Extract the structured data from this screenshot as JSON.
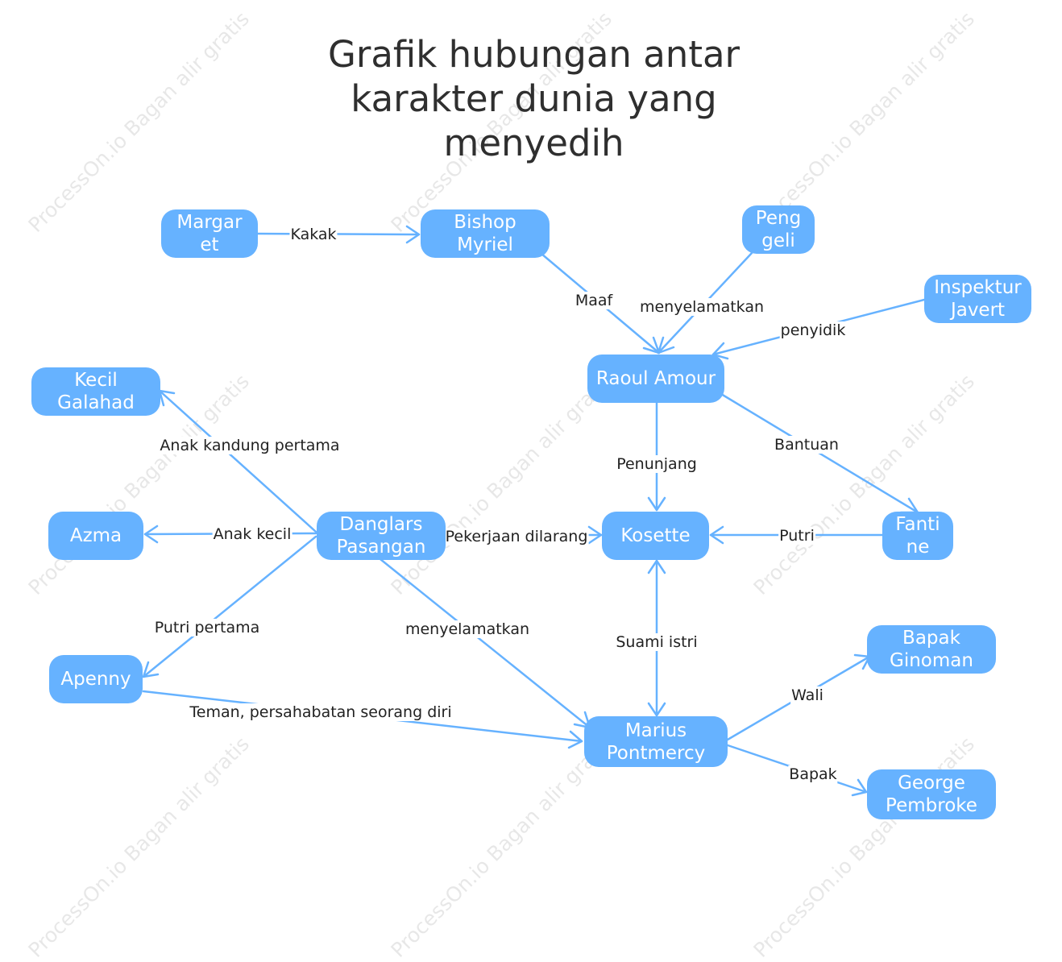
{
  "title": {
    "lines": [
      "Grafik hubungan antar",
      "karakter dunia yang",
      "menyedih"
    ]
  },
  "watermark": "ProcessOn.io Bagan alir gratis",
  "colors": {
    "node_fill": "#66b2ff",
    "node_text": "#ffffff",
    "edge": "#66b2ff",
    "title_text": "#2f2f2f",
    "label_text": "#222222"
  },
  "nodes": {
    "margaret": {
      "lines": [
        "Margar",
        "et"
      ]
    },
    "bishop": {
      "lines": [
        "Bishop",
        "Myriel"
      ]
    },
    "pengeli": {
      "lines": [
        "Peng",
        "geli"
      ]
    },
    "javert": {
      "lines": [
        "Inspektur",
        "Javert"
      ]
    },
    "raoul": {
      "lines": [
        "Raoul Amour"
      ]
    },
    "kecil": {
      "lines": [
        "Kecil",
        "Galahad"
      ]
    },
    "azma": {
      "lines": [
        "Azma"
      ]
    },
    "danglars": {
      "lines": [
        "Danglars",
        "Pasangan"
      ]
    },
    "kosette": {
      "lines": [
        "Kosette"
      ]
    },
    "fantine": {
      "lines": [
        "Fanti",
        "ne"
      ]
    },
    "apenny": {
      "lines": [
        "Apenny"
      ]
    },
    "marius": {
      "lines": [
        "Marius",
        "Pontmercy"
      ]
    },
    "ginoman": {
      "lines": [
        "Bapak",
        "Ginoman"
      ]
    },
    "george": {
      "lines": [
        "George",
        "Pembroke"
      ]
    }
  },
  "edges": {
    "margaret_bishop": "Kakak",
    "bishop_raoul": "Maaf",
    "pengeli_raoul": "menyelamatkan",
    "javert_raoul": "penyidik",
    "raoul_fantine": "Bantuan",
    "raoul_kosette": "Penunjang",
    "danglars_kecil": "Anak kandung pertama",
    "danglars_azma": "Anak kecil",
    "danglars_kosette": "Pekerjaan dilarang",
    "fantine_kosette": "Putri",
    "danglars_apenny": "Putri pertama",
    "danglars_marius": "menyelamatkan",
    "kosette_marius": "Suami istri",
    "apenny_marius": "Teman, persahabatan seorang diri",
    "marius_ginoman": "Wali",
    "marius_george": "Bapak"
  }
}
